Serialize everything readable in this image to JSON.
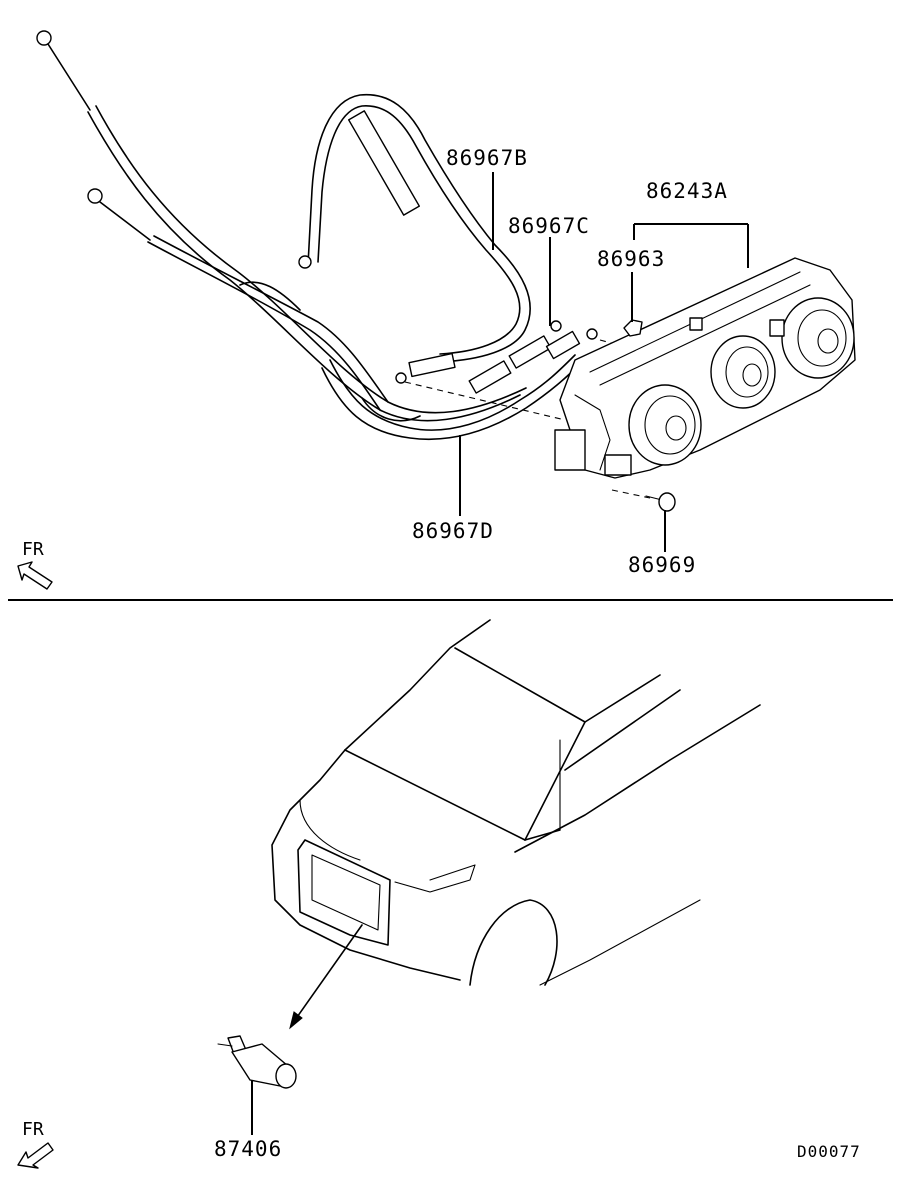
{
  "upper_diagram": {
    "labels": {
      "cable_b": "86967B",
      "cable_c": "86967C",
      "control_panel": "86243A",
      "clip": "86963",
      "screw": "86969",
      "cable_d": "86967D"
    },
    "direction": "FR"
  },
  "lower_diagram": {
    "labels": {
      "sensor": "87406"
    },
    "direction": "FR"
  },
  "diagram_code": "D00077"
}
